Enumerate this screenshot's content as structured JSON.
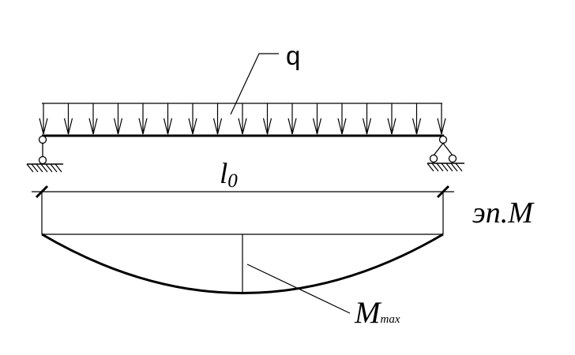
{
  "diagram": {
    "load_label": "q",
    "span_label_main": "l",
    "span_label_sub": "0",
    "moment_diagram_label": "эп.M",
    "max_moment_label_main": "M",
    "max_moment_label_sub": "max",
    "load_arrow_count": 17
  }
}
